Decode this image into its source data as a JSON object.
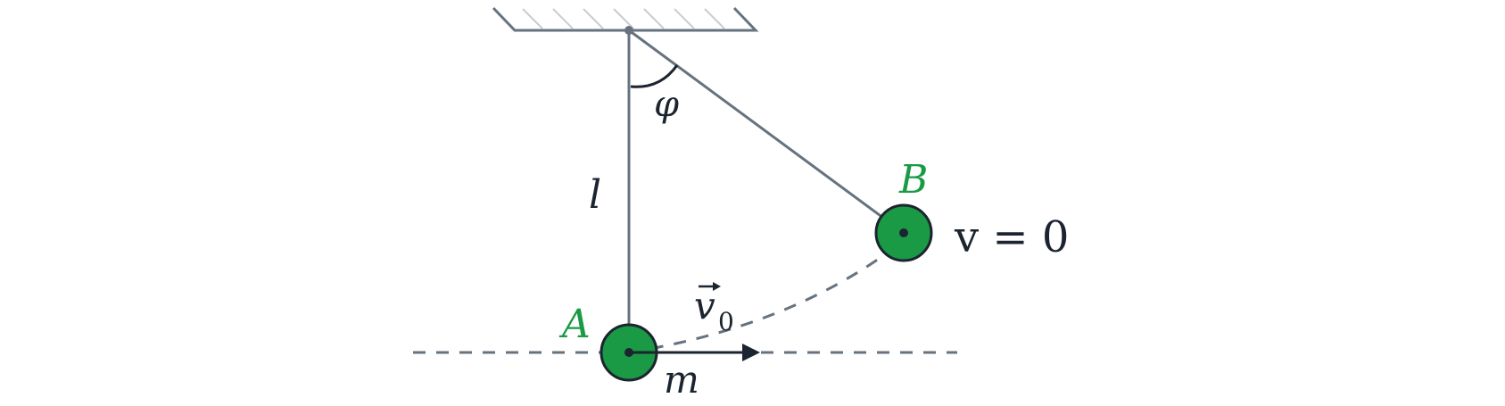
{
  "labels": {
    "angle": "φ",
    "length": "l",
    "point_a": "A",
    "point_b": "B",
    "mass": "m",
    "velocity_symbol": "v",
    "velocity_subscript": "0",
    "velocity_at_b": "v = 0"
  },
  "colors": {
    "line": "#66737f",
    "ball_fill": "#1a9a45",
    "ball_stroke": "#1c2430",
    "label_green": "#1a9a45",
    "text": "#1c2430",
    "hatch": "#c8cdd2"
  }
}
